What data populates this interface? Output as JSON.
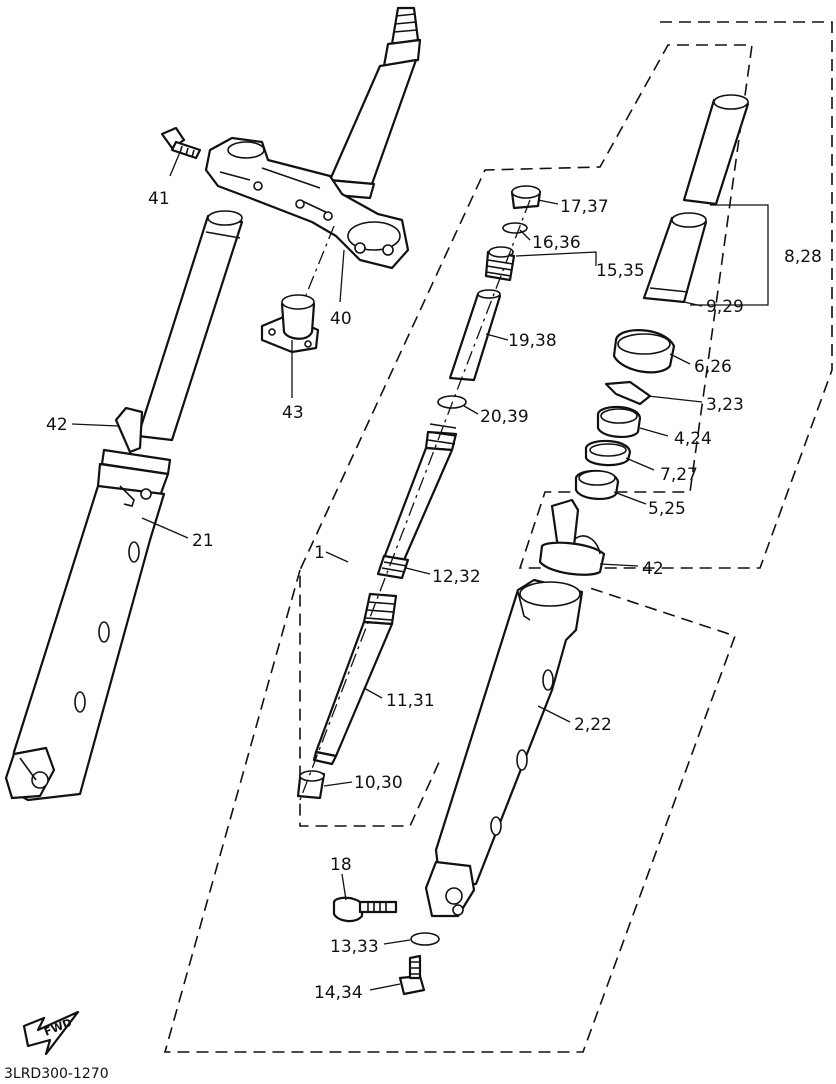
{
  "diagram_code": "3LRD300-1270",
  "fwd_label": "FWD",
  "labels": {
    "p41": "41",
    "p40": "40",
    "p43": "43",
    "p42_left": "42",
    "p21": "21",
    "p1": "1",
    "p17_37": "17,37",
    "p16_36": "16,36",
    "p15_35": "15,35",
    "p19_38": "19,38",
    "p20_39": "20,39",
    "p12_32": "12,32",
    "p11_31": "11,31",
    "p10_30": "10,30",
    "p8_28": "8,28",
    "p9_29": "9,29",
    "p6_26": "6,26",
    "p3_23": "3,23",
    "p4_24": "4,24",
    "p7_27": "7,27",
    "p5_25": "5,25",
    "p42_right": "42",
    "p2_22": "2,22",
    "p18": "18",
    "p13_33": "13,33",
    "p14_34": "14,34"
  }
}
